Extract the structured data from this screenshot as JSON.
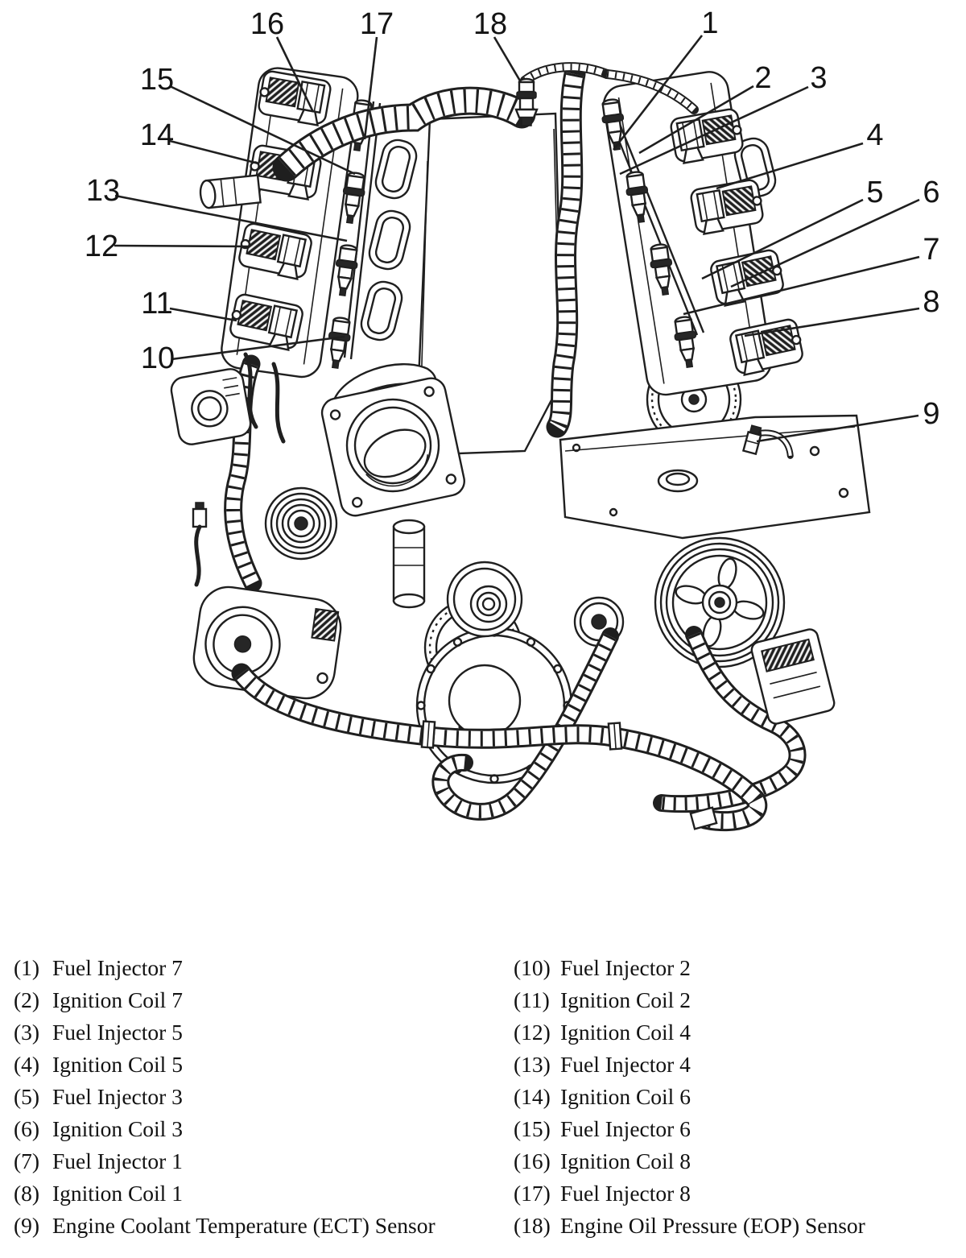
{
  "figure": {
    "callouts": [
      "1",
      "2",
      "3",
      "4",
      "5",
      "6",
      "7",
      "8",
      "9",
      "10",
      "11",
      "12",
      "13",
      "14",
      "15",
      "16",
      "17",
      "18"
    ]
  },
  "legend": {
    "left": [
      {
        "num": "(1)",
        "label": "Fuel Injector 7"
      },
      {
        "num": "(2)",
        "label": "Ignition Coil 7"
      },
      {
        "num": "(3)",
        "label": "Fuel Injector 5"
      },
      {
        "num": "(4)",
        "label": "Ignition Coil 5"
      },
      {
        "num": "(5)",
        "label": "Fuel Injector 3"
      },
      {
        "num": "(6)",
        "label": "Ignition Coil 3"
      },
      {
        "num": "(7)",
        "label": "Fuel Injector 1"
      },
      {
        "num": "(8)",
        "label": "Ignition Coil 1"
      },
      {
        "num": "(9)",
        "label": "Engine Coolant Temperature (ECT) Sensor"
      }
    ],
    "right": [
      {
        "num": "(10)",
        "label": "Fuel Injector 2"
      },
      {
        "num": "(11)",
        "label": "Ignition Coil 2"
      },
      {
        "num": "(12)",
        "label": "Ignition Coil 4"
      },
      {
        "num": "(13)",
        "label": "Fuel Injector 4"
      },
      {
        "num": "(14)",
        "label": "Ignition Coil 6"
      },
      {
        "num": "(15)",
        "label": "Fuel Injector 6"
      },
      {
        "num": "(16)",
        "label": "Ignition Coil 8"
      },
      {
        "num": "(17)",
        "label": "Fuel Injector 8"
      },
      {
        "num": "(18)",
        "label": "Engine Oil Pressure (EOP) Sensor"
      }
    ]
  },
  "colors": {
    "ink": "#1f1f1f",
    "paper": "#ffffff"
  }
}
